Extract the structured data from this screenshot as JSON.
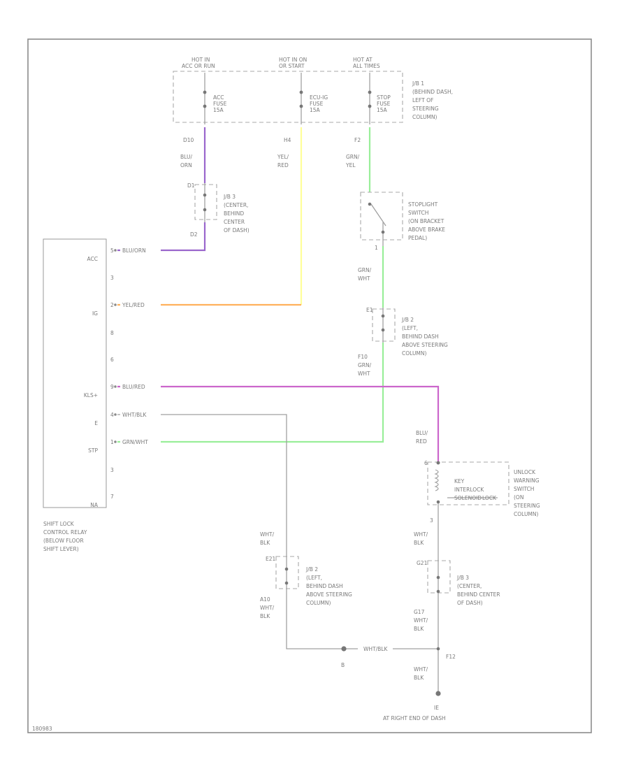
{
  "fuse_panel": {
    "hot1": [
      "HOT IN",
      "ACC OR RUN"
    ],
    "hot2": [
      "HOT IN ON",
      "OR START"
    ],
    "hot3": [
      "HOT AT",
      "ALL TIMES"
    ],
    "fuse1": [
      "ACC",
      "FUSE",
      "15A"
    ],
    "fuse2": [
      "ECU-IG",
      "FUSE",
      "15A"
    ],
    "fuse3": [
      "STOP",
      "FUSE",
      "15A"
    ],
    "jb_label": [
      "J/B 1",
      "(BEHIND DASH,",
      "LEFT OF",
      "STEERING",
      "COLUMN)"
    ],
    "pin1": "D10",
    "pin2": "H4",
    "pin3": "F2"
  },
  "wires": {
    "blu_orn": [
      "BLU/",
      "ORN"
    ],
    "yel_red": [
      "YEL/",
      "RED"
    ],
    "grn_yel": [
      "GRN/",
      "YEL"
    ],
    "grn_wht": [
      "GRN/",
      "WHT"
    ],
    "grn_wht2": [
      "F10",
      "GRN/",
      "WHT"
    ],
    "blu_red": [
      "BLU/",
      "RED"
    ],
    "wht_blk_a": [
      "WHT/",
      "BLK"
    ],
    "wht_blk_b": [
      "A10",
      "WHT/",
      "BLK"
    ],
    "wht_blk_c": [
      "WHT/",
      "BLK"
    ],
    "wht_blk_d": [
      "G17",
      "WHT/",
      "BLK"
    ],
    "wht_blk_e": [
      "WHT/",
      "BLK"
    ],
    "wht_blk_h": "WHT/BLK"
  },
  "jb3_upper": {
    "pin_top": "D1",
    "pin_bottom": "D2",
    "label": [
      "J/B 3",
      "(CENTER,",
      "BEHIND",
      "CENTER",
      "OF DASH)"
    ]
  },
  "stoplight": {
    "label": [
      "STOPLIGHT",
      "SWITCH",
      "(ON BRACKET",
      "ABOVE BRAKE",
      "PEDAL)"
    ],
    "pin": "1"
  },
  "jb2_mid": {
    "pin": "E1",
    "label": [
      "J/B 2",
      "(LEFT,",
      "BEHIND DASH",
      "ABOVE STEERING",
      "COLUMN)"
    ]
  },
  "relay": {
    "label": [
      "SHIFT LOCK",
      "CONTROL RELAY",
      "(BELOW FLOOR",
      "SHIFT LEVER)"
    ],
    "terminals": [
      {
        "num": "5",
        "name": "ACC",
        "wire": "BLU/ORN"
      },
      {
        "num": "3",
        "name": "",
        "wire": ""
      },
      {
        "num": "2",
        "name": "IG",
        "wire": "YEL/RED"
      },
      {
        "num": "8",
        "name": "",
        "wire": ""
      },
      {
        "num": "6",
        "name": "",
        "wire": ""
      },
      {
        "num": "9",
        "name": "KLS+",
        "wire": "BLU/RED"
      },
      {
        "num": "4",
        "name": "E",
        "wire": "WHT/BLK"
      },
      {
        "num": "1",
        "name": "STP",
        "wire": "GRN/WHT"
      },
      {
        "num": "3",
        "name": "",
        "wire": ""
      },
      {
        "num": "7",
        "name": "NA",
        "wire": ""
      }
    ]
  },
  "unlock_switch": {
    "pin_top": "6",
    "pin_bottom": "3",
    "switch_label": [
      "KEY",
      "INTERLOCK",
      "SOLENOID"
    ],
    "side_label": [
      "UNLOCK",
      "WARNING",
      "SWITCH",
      "(ON",
      "STEERING",
      "COLUMN)"
    ],
    "lock_text": "LOCK"
  },
  "jb2_lower": {
    "pin": "E21",
    "label": [
      "J/B 2",
      "(LEFT,",
      "BEHIND DASH",
      "ABOVE STEERING",
      "COLUMN)"
    ]
  },
  "jb3_lower": {
    "pin": "G21",
    "label": [
      "J/B 3",
      "(CENTER,",
      "BEHIND CENTER",
      "OF DASH)"
    ]
  },
  "ground": {
    "splice_label": "B",
    "junction_label": "F12",
    "ground_id": "IE",
    "location": "AT RIGHT END OF DASH"
  },
  "figure_id": "180983",
  "colors": {
    "blu_orn": "#9a66cc",
    "yel_red": "#ffff99",
    "orange": "#ffb15c",
    "grn_yel": "#99ee99",
    "grn_wht": "#99ee99",
    "blu_red": "#cc66cc"
  }
}
